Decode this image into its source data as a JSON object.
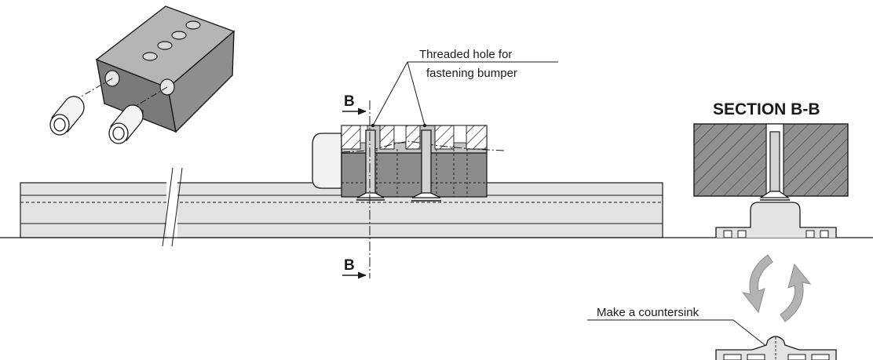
{
  "labels": {
    "callout_threaded": [
      "Threaded hole for",
      "fastening bumper"
    ],
    "section_mark": "B",
    "section_title": "SECTION B-B",
    "countersink_note": "Make a countersink"
  },
  "colors": {
    "line": "#1a1a1a",
    "block_dark": "#8c8c8c",
    "block_light": "#c4c4c4",
    "rail": "#e3e3e3",
    "bumper": "#f2f2f2",
    "arrow_gray": "#b3b3b3"
  }
}
